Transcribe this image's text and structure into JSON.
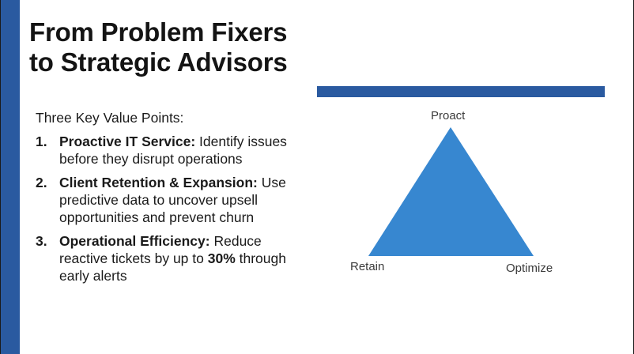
{
  "slide": {
    "title_line1": "From Problem Fixers",
    "title_line2": "to Strategic Advisors",
    "intro": "Three Key Value Points:",
    "points": [
      {
        "number": "1.",
        "heading": "Proactive IT Service:",
        "text": " Identify issues before they disrupt operations",
        "emphasis": "",
        "text_after": ""
      },
      {
        "number": "2.",
        "heading": "Client Retention & Expansion:",
        "text": " Use predictive data to uncover upsell opportunities and prevent churn",
        "emphasis": "",
        "text_after": ""
      },
      {
        "number": "3.",
        "heading": "Operational Efficiency:",
        "text": " Reduce reactive tickets by up to ",
        "emphasis": "30%",
        "text_after": " through early alerts"
      }
    ]
  },
  "diagram": {
    "shape": "triangle",
    "fill_color": "#3787d0",
    "labels": {
      "top": "Proact",
      "bottom_left": "Retain",
      "bottom_right": "Optimize"
    }
  },
  "colors": {
    "accent": "#2a5aa0",
    "triangle": "#3787d0",
    "text": "#1a1a1a",
    "label": "#3b3b3b"
  }
}
